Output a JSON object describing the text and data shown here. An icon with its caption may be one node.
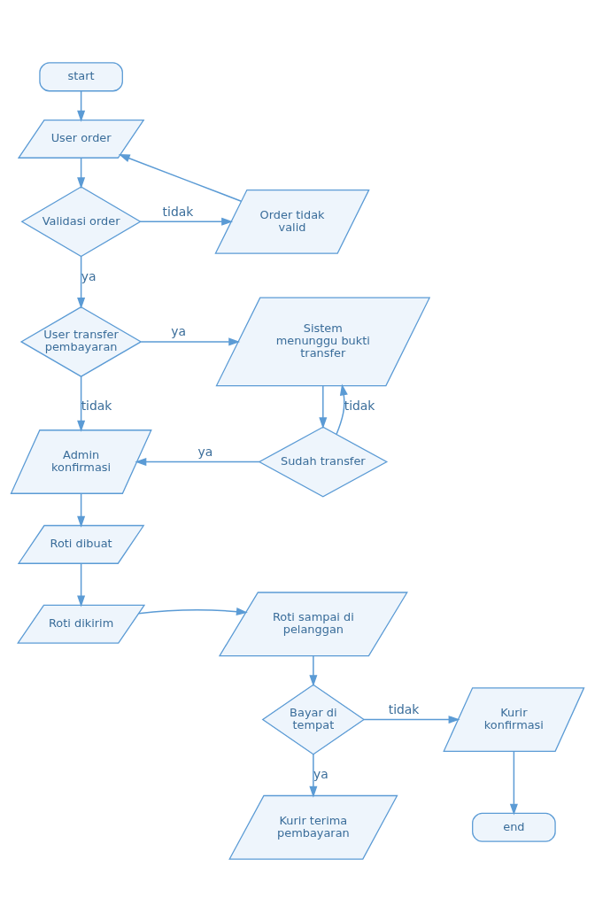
{
  "diagram": {
    "nodes": [
      {
        "text": [
          "start"
        ]
      },
      {
        "text": [
          "User order"
        ]
      },
      {
        "text": [
          "Validasi order"
        ]
      },
      {
        "text": [
          "Order tidak valid"
        ]
      },
      {
        "text": [
          "User transfer pembayaran"
        ]
      },
      {
        "text": [
          "Sistem menunggu bukti transfer"
        ]
      },
      {
        "text": [
          "Sudah transfer"
        ]
      },
      {
        "text": [
          "Admin konfirmasi"
        ]
      },
      {
        "text": [
          "Roti dibuat"
        ]
      },
      {
        "text": [
          "Roti dikirim"
        ]
      },
      {
        "text": [
          "Roti sampai di pelanggan"
        ]
      },
      {
        "text": [
          "Bayar di tempat"
        ]
      },
      {
        "text": [
          "Kurir konfirmasi"
        ]
      },
      {
        "text": [
          "Kurir terima pembayaran"
        ]
      },
      {
        "text": [
          "end"
        ]
      }
    ],
    "edges": [
      {
        "from": 0,
        "to": 1,
        "arrow": "to"
      },
      {
        "from": 1,
        "to": 2,
        "arrow": "to"
      },
      {
        "from": 2,
        "to": 3,
        "arrow": "to",
        "label": "tidak"
      },
      {
        "from": 3,
        "to": 1,
        "arrow": "to"
      },
      {
        "from": 2,
        "to": 4,
        "arrow": "to",
        "label": "ya"
      },
      {
        "from": 4,
        "to": 5,
        "arrow": "to",
        "label": "ya"
      },
      {
        "from": 4,
        "to": 7,
        "arrow": "to",
        "label": "tidak"
      },
      {
        "from": 5,
        "to": 6,
        "arrow": "to"
      },
      {
        "from": 6,
        "to": 5,
        "arrow": "to",
        "label": "tidak"
      },
      {
        "from": 6,
        "to": 7,
        "arrow": "to",
        "label": "ya"
      },
      {
        "from": 7,
        "to": 8,
        "arrow": "to"
      },
      {
        "from": 8,
        "to": 9,
        "arrow": "to"
      },
      {
        "from": 9,
        "to": 10,
        "arrow": "to"
      },
      {
        "from": 10,
        "to": 11,
        "arrow": "to"
      },
      {
        "from": 11,
        "to": 12,
        "arrow": "to",
        "label": "tidak"
      },
      {
        "from": 11,
        "to": 13,
        "arrow": "to",
        "label": "ya"
      },
      {
        "from": 12,
        "to": 14,
        "arrow": "to"
      }
    ]
  }
}
